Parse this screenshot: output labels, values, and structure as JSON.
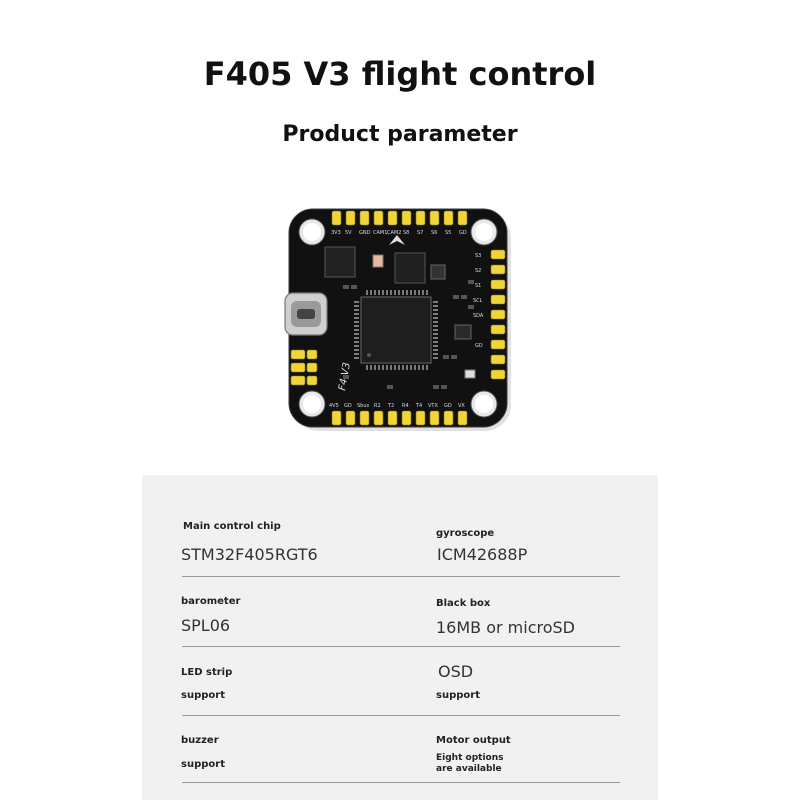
{
  "header": {
    "title": "F405 V3 flight control",
    "subtitle": "Product parameter"
  },
  "board": {
    "silk_name": "F4 V3",
    "top_pads": [
      "3V3",
      "5V",
      "GND",
      "CAM1",
      "CAM2",
      "S8",
      "S7",
      "S6",
      "S5",
      "GD"
    ],
    "bottom_pads": [
      "4V5",
      "GD",
      "Sbus",
      "R2",
      "T2",
      "R4",
      "T4",
      "VTX",
      "GD",
      "VX"
    ],
    "side_pads": [
      "S3",
      "S2",
      "S1",
      "SCL",
      "SDA",
      "GD"
    ]
  },
  "specs": {
    "main_chip_label": "Main control chip",
    "main_chip_value": "STM32F405RGT6",
    "gyro_label": "gyroscope",
    "gyro_value": "ICM42688P",
    "barometer_label": "barometer",
    "barometer_value": "SPL06",
    "blackbox_label": "Black box",
    "blackbox_value": "16MB or microSD",
    "led_label": "LED strip",
    "led_value": "support",
    "osd_label": "OSD",
    "osd_value": "support",
    "buzzer_label": "buzzer",
    "buzzer_value": "support",
    "motor_label": "Motor output",
    "motor_value_line1": "Eight options",
    "motor_value_line2": "are available"
  }
}
